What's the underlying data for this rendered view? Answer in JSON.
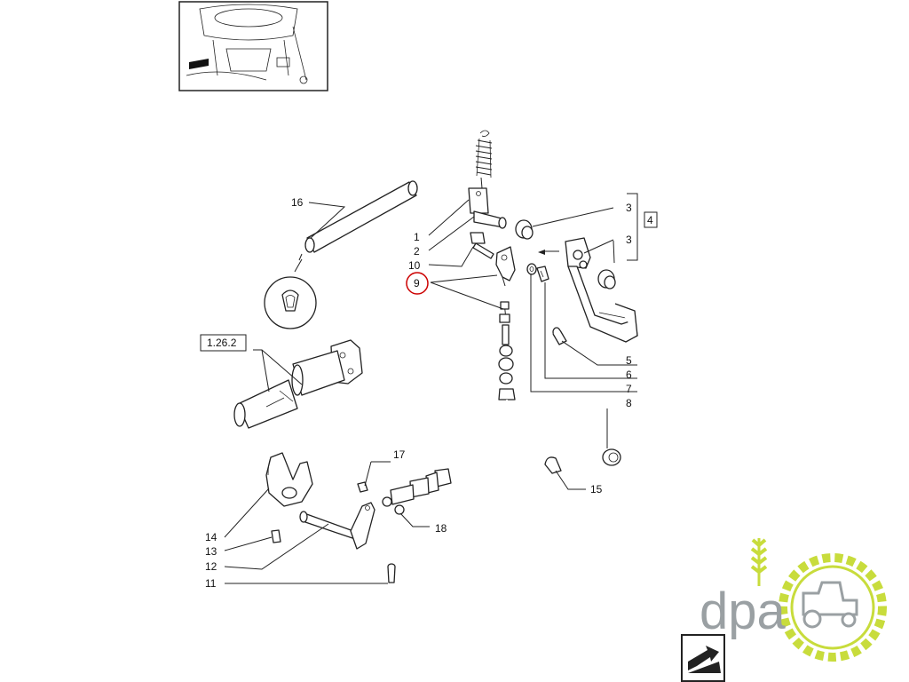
{
  "diagram": {
    "callouts": [
      {
        "id": "c1",
        "text": "1"
      },
      {
        "id": "c2",
        "text": "2"
      },
      {
        "id": "c3a",
        "text": "3"
      },
      {
        "id": "c3b",
        "text": "3"
      },
      {
        "id": "c4",
        "text": "4"
      },
      {
        "id": "c5",
        "text": "5"
      },
      {
        "id": "c6",
        "text": "6"
      },
      {
        "id": "c7",
        "text": "7"
      },
      {
        "id": "c8",
        "text": "8"
      },
      {
        "id": "c9",
        "text": "9"
      },
      {
        "id": "c10",
        "text": "10"
      },
      {
        "id": "c11",
        "text": "11"
      },
      {
        "id": "c12",
        "text": "12"
      },
      {
        "id": "c13",
        "text": "13"
      },
      {
        "id": "c14",
        "text": "14"
      },
      {
        "id": "c15",
        "text": "15"
      },
      {
        "id": "c16",
        "text": "16"
      },
      {
        "id": "c17",
        "text": "17"
      },
      {
        "id": "c18",
        "text": "18"
      },
      {
        "id": "ref",
        "text": "1.26.2"
      }
    ],
    "highlight_color": "#cc0000"
  },
  "logo": {
    "text": "dpa",
    "text_color": "#9aa0a3",
    "accent_color": "#c8dc3c"
  }
}
